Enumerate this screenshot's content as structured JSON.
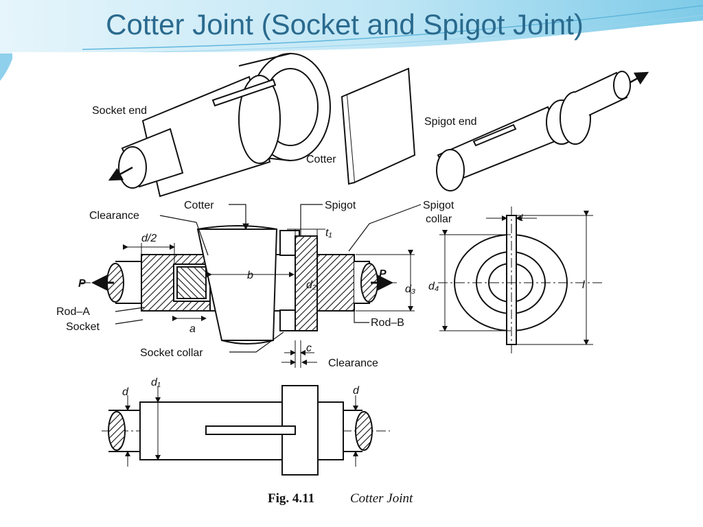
{
  "slide": {
    "title": "Cotter Joint (Socket and Spigot Joint)",
    "accent_color": "#2a6a8e",
    "wave_color": "#8fd0ec"
  },
  "figure": {
    "isometric_labels": {
      "socket_end": "Socket end",
      "cotter": "Cotter",
      "spigot_end": "Spigot end"
    },
    "section_labels": {
      "clearance_top": "Clearance",
      "cotter": "Cotter",
      "spigot": "Spigot",
      "spigot_collar_1": "Spigot",
      "spigot_collar_2": "collar",
      "d_half": "d/2",
      "t1": "t₁",
      "b": "b",
      "d2": "d₂",
      "d3": "d₃",
      "d4": "d₄",
      "l": "l",
      "t": "t",
      "p_left": "P",
      "p_right": "P",
      "rod_a": "Rod–A",
      "socket": "Socket",
      "a": "a",
      "rod_b": "Rod–B",
      "socket_collar": "Socket collar",
      "c": "c",
      "clearance_bottom": "Clearance"
    },
    "plan_labels": {
      "d1": "d₁",
      "d_left": "d",
      "d_right": "d"
    },
    "caption": {
      "number": "Fig. 4.11",
      "text": "Cotter Joint"
    }
  }
}
